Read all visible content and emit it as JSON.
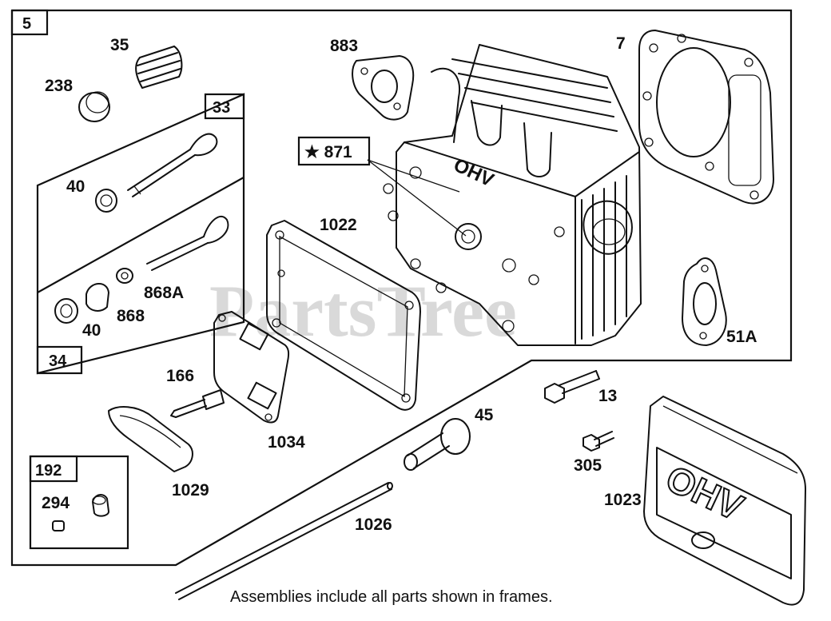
{
  "figure": {
    "main_frame_number": "5",
    "frame_33": "33",
    "frame_34": "34",
    "frame_192": "192",
    "star_label": "★ 871",
    "watermark": "PartsTree",
    "footer_note": "Assemblies include all parts shown in frames."
  },
  "parts": {
    "p35": "35",
    "p238": "238",
    "p883": "883",
    "p7": "7",
    "p40a": "40",
    "p40b": "40",
    "p868A": "868A",
    "p868": "868",
    "p1022": "1022",
    "p51A": "51A",
    "p166": "166",
    "p1034": "1034",
    "p1029": "1029",
    "p294": "294",
    "p13": "13",
    "p45": "45",
    "p305": "305",
    "p1023": "1023",
    "p1026": "1026"
  },
  "engraved": {
    "cover_text": "OHV",
    "head_text": "OHV"
  }
}
